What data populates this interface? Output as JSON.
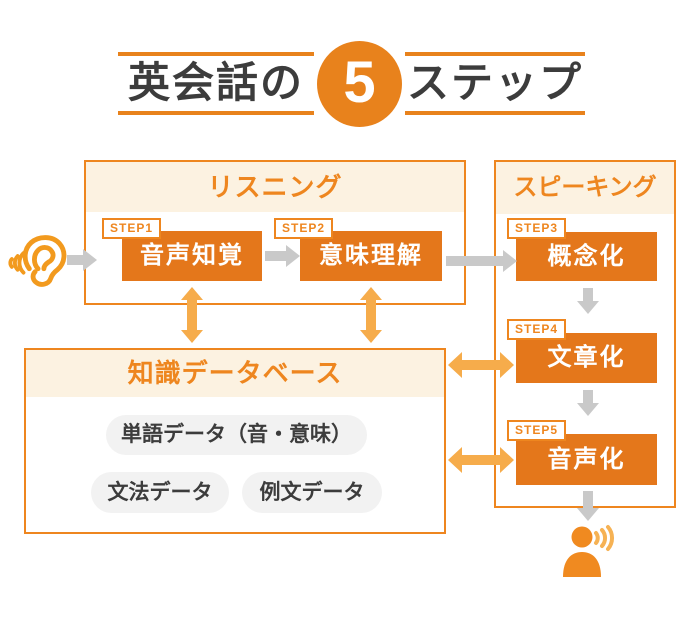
{
  "title": {
    "prefix": "英会話の",
    "number": "5",
    "suffix": "ステップ"
  },
  "listening": {
    "title": "リスニング",
    "steps": [
      {
        "label": "STEP1",
        "name": "音声知覚"
      },
      {
        "label": "STEP2",
        "name": "意味理解"
      }
    ]
  },
  "speaking": {
    "title": "スピーキング",
    "steps": [
      {
        "label": "STEP3",
        "name": "概念化"
      },
      {
        "label": "STEP4",
        "name": "文章化"
      },
      {
        "label": "STEP5",
        "name": "音声化"
      }
    ]
  },
  "database": {
    "title": "知識データベース",
    "items": [
      "単語データ（音・意味）",
      "文法データ",
      "例文データ"
    ]
  },
  "icons": {
    "ear": "ear-with-sound-waves-icon",
    "speaker": "person-speaking-icon"
  },
  "colors": {
    "accent_orange": "#EE861F",
    "fill_orange": "#E4771B",
    "title_orange": "#E8821C",
    "light_orange_arrow": "#F6AC4B",
    "cream_header": "#FCF2E1",
    "gray_arrow": "#C9C9C9",
    "pill_gray": "#F2F2F2",
    "text_dark": "#3C3C3C"
  }
}
